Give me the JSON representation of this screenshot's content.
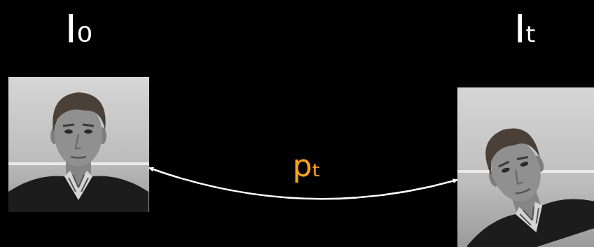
{
  "diagram": {
    "nodes": [
      {
        "text": [
          "I₀"
        ]
      },
      {
        "text": [
          "Iₜ"
        ]
      }
    ],
    "edges": [
      {
        "from": 0,
        "to": 1,
        "arrow": "both",
        "label": "pₜ"
      }
    ]
  }
}
